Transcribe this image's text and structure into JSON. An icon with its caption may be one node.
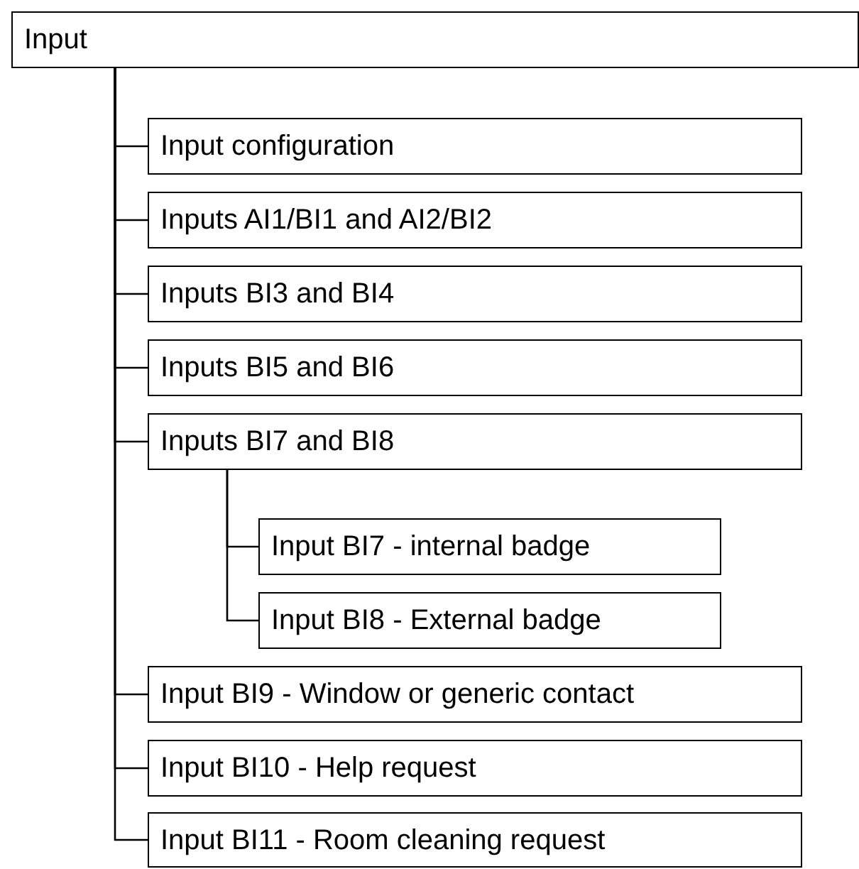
{
  "diagram": {
    "nodes": [
      {
        "text": [
          "Input"
        ]
      },
      {
        "text": [
          "Input configuration"
        ]
      },
      {
        "text": [
          "Inputs AI1/BI1 and AI2/BI2"
        ]
      },
      {
        "text": [
          "Inputs BI3 and BI4"
        ]
      },
      {
        "text": [
          "Inputs BI5 and BI6"
        ]
      },
      {
        "text": [
          "Inputs BI7 and BI8"
        ]
      },
      {
        "text": [
          "Input BI7 - internal badge"
        ]
      },
      {
        "text": [
          "Input BI8 - External badge"
        ]
      },
      {
        "text": [
          "Input BI9 - Window or generic contact"
        ]
      },
      {
        "text": [
          "Input BI10 - Help request"
        ]
      },
      {
        "text": [
          "Input BI11 - Room cleaning request"
        ]
      }
    ],
    "edges": [
      {
        "from": 0,
        "to": 1,
        "arrow": "none"
      },
      {
        "from": 0,
        "to": 2,
        "arrow": "none"
      },
      {
        "from": 0,
        "to": 3,
        "arrow": "none"
      },
      {
        "from": 0,
        "to": 4,
        "arrow": "none"
      },
      {
        "from": 0,
        "to": 5,
        "arrow": "none"
      },
      {
        "from": 5,
        "to": 6,
        "arrow": "none"
      },
      {
        "from": 5,
        "to": 7,
        "arrow": "none"
      },
      {
        "from": 0,
        "to": 8,
        "arrow": "none"
      },
      {
        "from": 0,
        "to": 9,
        "arrow": "none"
      },
      {
        "from": 0,
        "to": 10,
        "arrow": "none"
      }
    ]
  }
}
